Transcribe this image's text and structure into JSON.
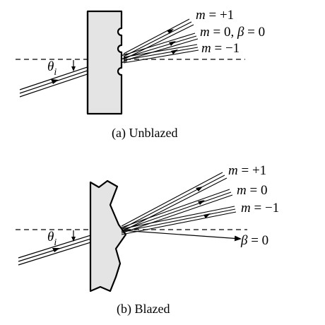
{
  "panel_a": {
    "caption": "(a) Unblazed",
    "theta_symbol": "θ",
    "theta_sub": "i",
    "orders": [
      {
        "letter": "m",
        "rest": " = +1"
      },
      {
        "letter": "m",
        "rest": " = 0, ",
        "beta": "β",
        "beta_rest": " = 0"
      },
      {
        "letter": "m",
        "rest": " = −1"
      }
    ]
  },
  "panel_b": {
    "caption": "(b) Blazed",
    "theta_symbol": "θ",
    "theta_sub": "i",
    "orders": [
      {
        "letter": "m",
        "rest": " = +1"
      },
      {
        "letter": "m",
        "rest": " = 0"
      },
      {
        "letter": "m",
        "rest": " = −1"
      }
    ],
    "beta_label": {
      "beta": "β",
      "rest": " = 0"
    }
  },
  "colors": {
    "grating_fill": "#e4e4e4",
    "ink": "#000000"
  }
}
